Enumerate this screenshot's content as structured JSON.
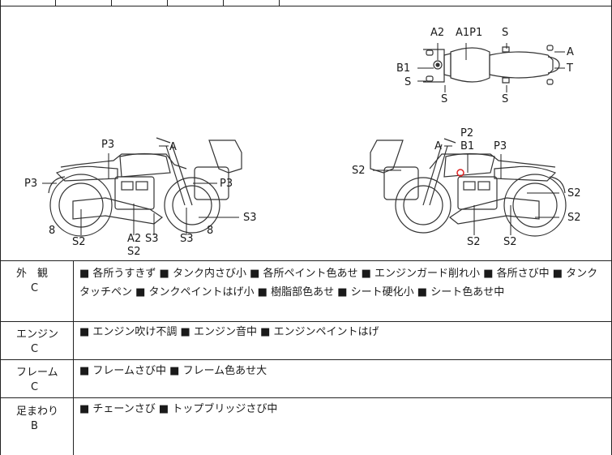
{
  "diagram": {
    "top_view": {
      "labels": [
        "A2",
        "A1P1",
        "S",
        "A",
        "T",
        "B1",
        "S",
        "S",
        "S"
      ]
    },
    "left_view": {
      "labels": [
        "P3",
        "A",
        "P3",
        "P3",
        "8",
        "S2",
        "A2",
        "S2",
        "S3",
        "S3",
        "8",
        "S3"
      ]
    },
    "right_view": {
      "labels": [
        "P2",
        "A",
        "B1",
        "P3",
        "S2",
        "S2",
        "S2",
        "S2",
        "S2"
      ]
    }
  },
  "sections": [
    {
      "name": "外　観",
      "grade": "C",
      "text": "■ 各所うすきず ■ タンク内さび小 ■ 各所ペイント色あせ ■ エンジンガード削れ小 ■ 各所さび中 ■ タンクタッチペン ■ タンクペイントはげ小 ■ 樹脂部色あせ ■ シート硬化小 ■ シート色あせ中"
    },
    {
      "name": "エンジン",
      "grade": "C",
      "text": "■ エンジン吹け不調 ■ エンジン音中 ■ エンジンペイントはげ"
    },
    {
      "name": "フレーム",
      "grade": "C",
      "text": "■ フレームさび中 ■ フレーム色あせ大"
    },
    {
      "name": "足まわり",
      "grade": "B",
      "text": "■ チェーンさび ■ トップブリッジさび中"
    }
  ]
}
